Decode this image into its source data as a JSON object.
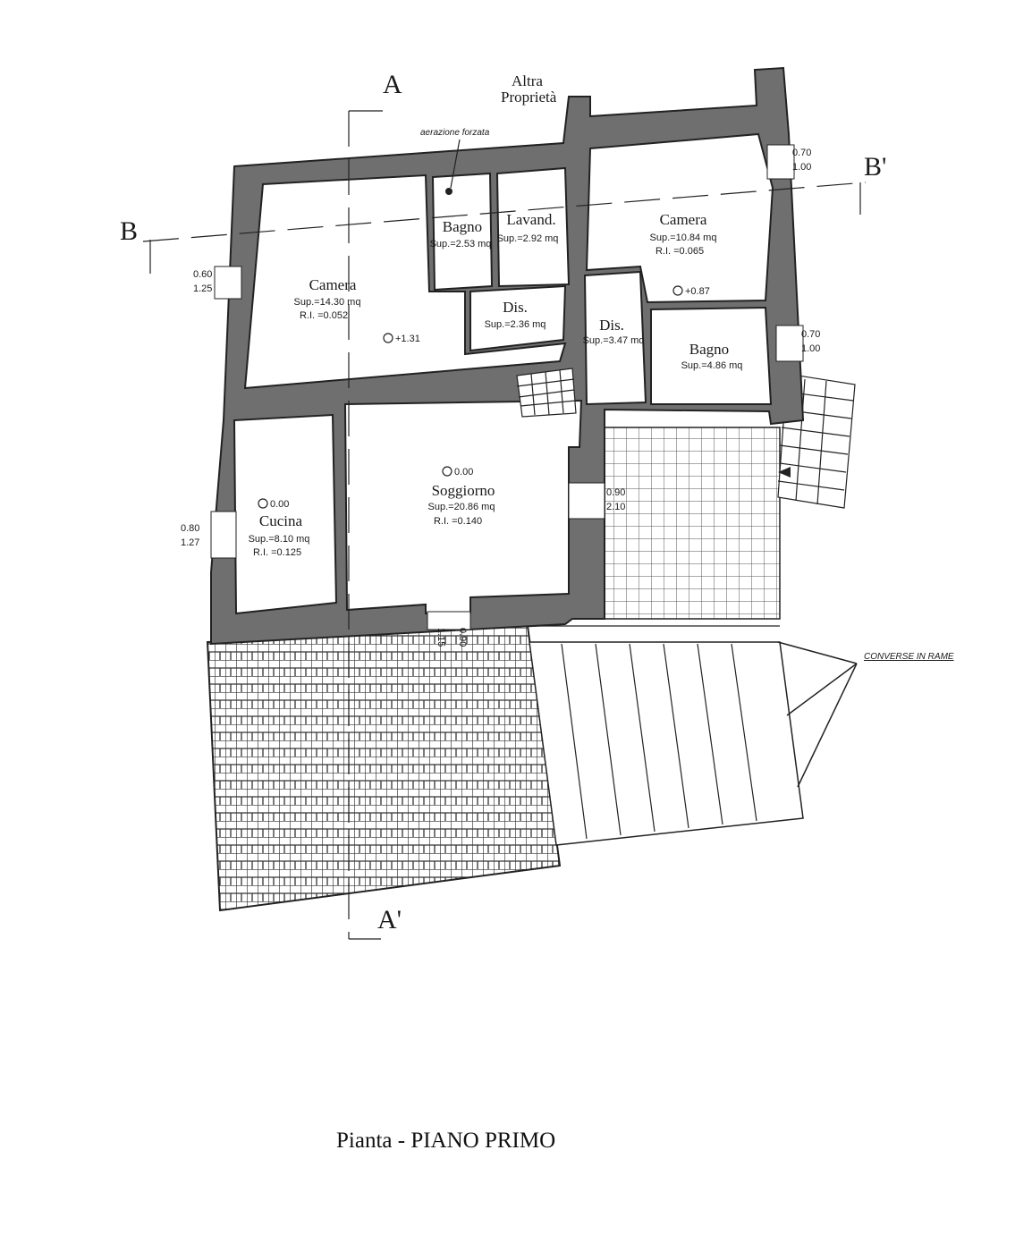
{
  "plan": {
    "rooms": [
      {
        "name": "Camera",
        "sup": "Sup.=14.30 mq",
        "ri": "R.I. =0.052"
      },
      {
        "name": "Bagno",
        "sup": "Sup.=2.53 mq",
        "ri": ""
      },
      {
        "name": "Lavand.",
        "sup": "Sup.=2.92 mq",
        "ri": ""
      },
      {
        "name": "Dis.",
        "sup": "Sup.=2.36 mq",
        "ri": ""
      },
      {
        "name": "Camera",
        "sup": "Sup.=10.84 mq",
        "ri": "R.I. =0.065"
      },
      {
        "name": "Dis.",
        "sup": "Sup.=3.47 mq",
        "ri": ""
      },
      {
        "name": "Bagno",
        "sup": "Sup.=4.86 mq",
        "ri": ""
      },
      {
        "name": "Cucina",
        "sup": "Sup.=8.10 mq",
        "ri": "R.I. =0.125"
      },
      {
        "name": "Soggiorno",
        "sup": "Sup.=20.86 mq",
        "ri": "R.I. =0.140"
      }
    ],
    "levels": [
      "+1.31",
      "+0.87",
      "0.00",
      "0.00"
    ],
    "window_dims": [
      {
        "w": "0.60",
        "h": "1.25"
      },
      {
        "w": "0.70",
        "h": "1.00"
      },
      {
        "w": "0.70",
        "h": "1.00"
      },
      {
        "w": "0.80",
        "h": "1.27"
      },
      {
        "w": "0.90",
        "h": "2.10"
      },
      {
        "w": "0.90",
        "h": "1.15"
      }
    ],
    "sections": {
      "a": "A",
      "a_prime": "A'",
      "b": "B",
      "b_prime": "B'"
    },
    "notes": {
      "altra": "Altra",
      "proprieta": "Proprietà",
      "aerazione": "aerazione forzata",
      "converse": "CONVERSE IN RAME"
    },
    "title": "Pianta - PIANO PRIMO"
  }
}
